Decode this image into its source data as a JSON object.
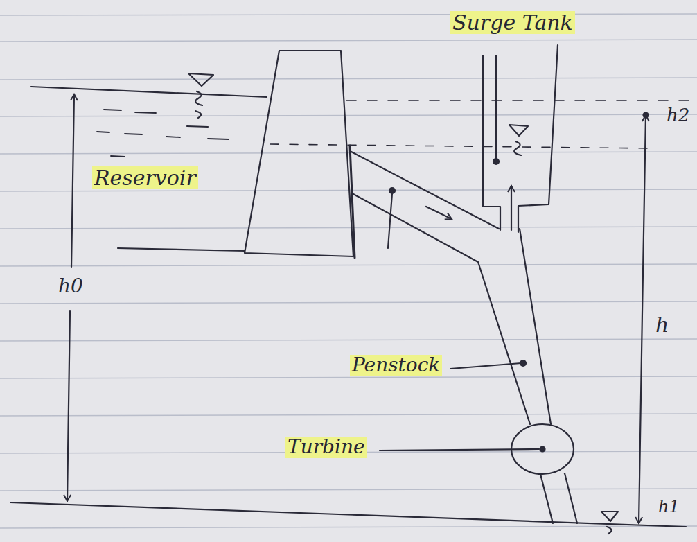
{
  "diagram": {
    "labels": [
      "Surge Tank",
      "h2",
      "Reservoir",
      "h0",
      "h",
      "Penstock",
      "Turbine",
      "h1"
    ]
  }
}
